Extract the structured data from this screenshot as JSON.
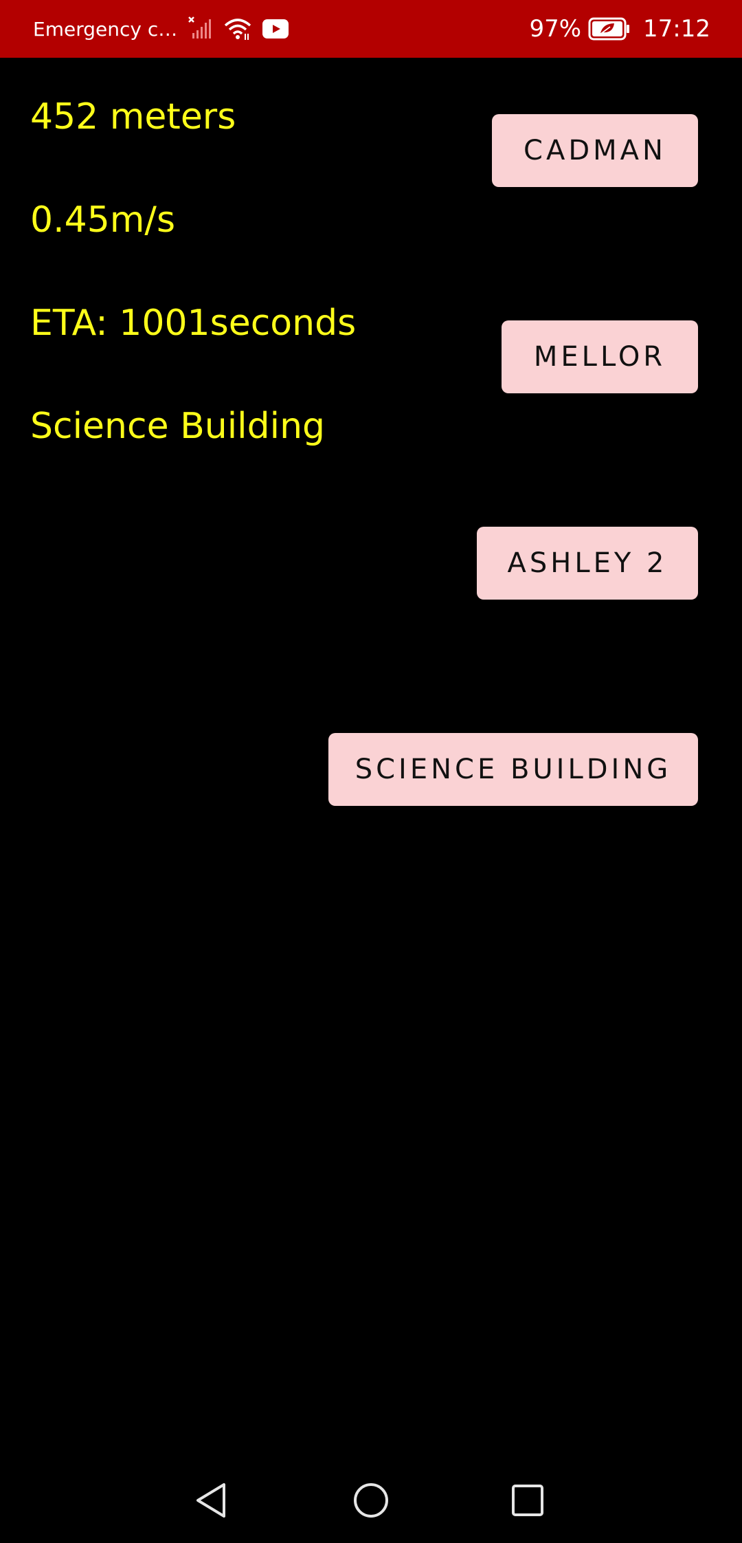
{
  "status_bar": {
    "carrier": "Emergency c…",
    "battery_percent": "97%",
    "time": "17:12",
    "background_color": "#b30000",
    "icons": [
      "no-signal-icon",
      "wifi-icon",
      "youtube-icon",
      "battery-saver-icon"
    ]
  },
  "navigation_info": {
    "distance": "452 meters",
    "speed": "0.45m/s",
    "eta": "ETA: 1001seconds",
    "destination": "Science Building",
    "text_color": "#ffff1a"
  },
  "buttons": {
    "cadman": "CADMAN",
    "mellor": "MELLOR",
    "ashley2": "ASHLEY 2",
    "science_building": "SCIENCE BUILDING",
    "button_color": "#fad2d4"
  },
  "system_nav": {
    "icons": [
      "back-icon",
      "home-icon",
      "recents-icon"
    ]
  }
}
